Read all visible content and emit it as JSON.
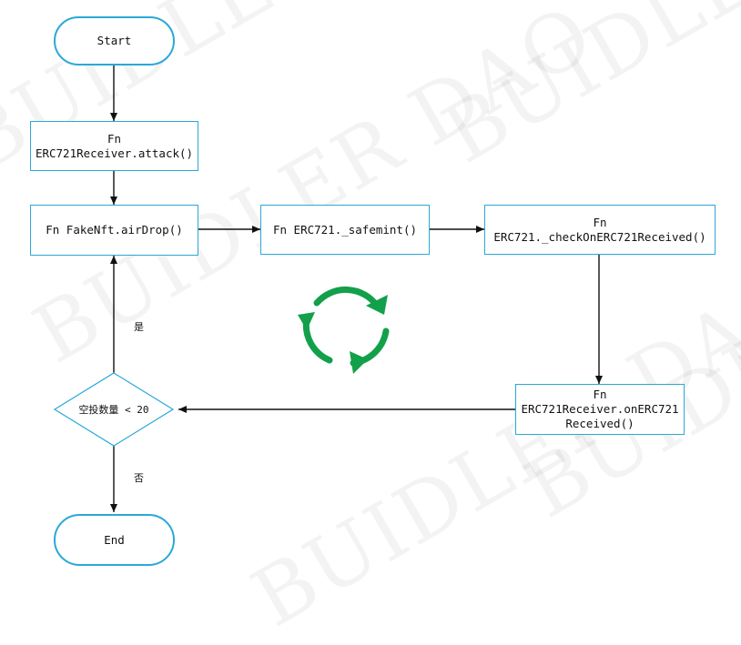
{
  "watermark": "BUIDLER DAO",
  "nodes": {
    "start": {
      "text": "Start"
    },
    "attack": {
      "line1": "Fn",
      "line2": "ERC721Receiver.attack()"
    },
    "airdrop": {
      "text": "Fn FakeNft.airDrop()"
    },
    "safemint": {
      "text": "Fn ERC721._safemint()"
    },
    "check": {
      "line1": "Fn",
      "line2": "ERC721._checkOnERC721Received()"
    },
    "onreceived": {
      "line1": "Fn",
      "line2": "ERC721Receiver.onERC721",
      "line3": "Received()"
    },
    "condition": {
      "text": "空投数量 < 20"
    },
    "end": {
      "text": "End"
    }
  },
  "labels": {
    "yes": "是",
    "no": "否"
  },
  "colors": {
    "border": "#29a9d8",
    "arrow": "#111111",
    "loop_icon": "#13a04a"
  },
  "icons": {
    "loop": "refresh-cycle-icon"
  }
}
